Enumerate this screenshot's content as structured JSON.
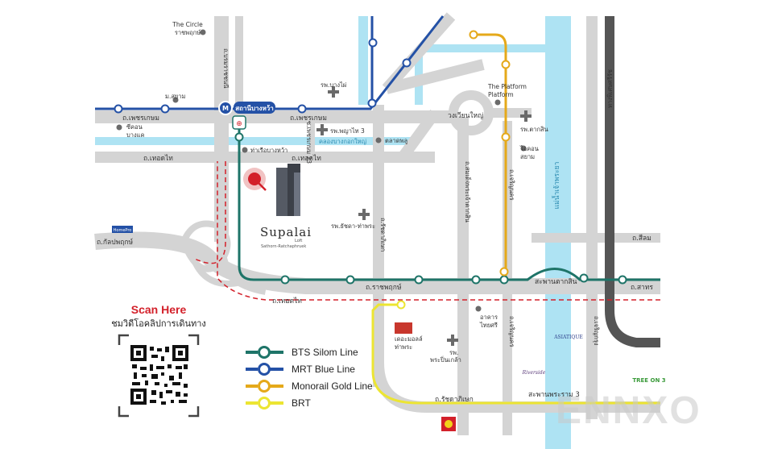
{
  "places": {
    "the_circle": "The Circle",
    "the_circle_sub": "ราชพฤกษ์",
    "m_siam": "ม.สยาม",
    "chicon": "ซีคอน",
    "chicon_sub": "บางแค",
    "rp_bangphai": "รพ.บางไผ่",
    "rp_phyathai3": "รพ.พญาไท 3",
    "talat_phlu": "ตลาดพลู",
    "tha_ruea": "ท่าเรือบางหว้า",
    "wongwian_yai": "วงเวียนใหญ่",
    "the_platform": "The Platform",
    "the_platform_sub": "Platform",
    "rp_taksin": "รพ.ตากสิน",
    "icon_siam": "ไอคอน",
    "icon_siam_sub": "สยาม",
    "rp_rajtha": "รพ.ธัชดา-ท่าพระ",
    "rp_pinklao": "รพ.",
    "rp_pinklao_sub": "พระปิ่นเกล้า",
    "mall_thapra": "เดอะมอลล์",
    "mall_thapra_sub": "ท่าพระ",
    "aakan_thaisri": "อาคาร",
    "aakan_thaisri_sub": "ไทยศรี",
    "asiatique": "ASIATIQUE",
    "tree_on_3": "TREE ON 3",
    "riverside": "Riverside",
    "homepro": "HomePro"
  },
  "roads": {
    "petchkasem_w": "ถ.เพชรเกษม",
    "petchkasem_e": "ถ.เพชรเกษม",
    "thoet_thai_w": "ถ.เทอดไท",
    "thoet_thai_e": "ถ.เทอดไท",
    "kanlapaphruek": "ถ.กัลปพฤกษ์",
    "ratchaphruek": "ถ.ราชพฤกษ์",
    "thoet_thai_low": "ถ.เทอดไท",
    "ratchada": "ถ.รัชดาภิเษก",
    "ratchada_low": "ถ.รัชดาภิเษก",
    "somdet": "ถ.สมเด็จพระเจ้าตากสิน",
    "charoen_nakhon": "ถ.เจริญนคร",
    "charoen_nakhon_low": "ถ.เจริญนคร",
    "charoen_krung": "ถ.เจริญกรุง",
    "silom": "ถ.สีลม",
    "sathorn": "ถ.สาทร",
    "rama3": "สะพานพระราม 3",
    "taksin_bridge": "สะพานตากสิน",
    "chao_phraya": "แม่น้ำเจ้าพระยา",
    "expressway": "ทางพิเศษศรีรัช",
    "rama2": "ถ.บรมราชชนนี",
    "soi_phetkasem23": "ซ.เพชรเกษม 23",
    "khlong": "คลองบางกอกใหญ่",
    "mrt_station": "สถานีบางหว้า"
  },
  "project": {
    "brand": "Supalai",
    "line2": "Loft",
    "tagline": "Sathorn-Ratchaphruek"
  },
  "scan": {
    "title": "Scan Here",
    "subtitle": "ชมวิดีโอคลิปการเดินทาง"
  },
  "legend": [
    {
      "label": "BTS Silom Line",
      "color": "#1e7468"
    },
    {
      "label": "MRT Blue Line",
      "color": "#2451a6"
    },
    {
      "label": "Monorail Gold Line",
      "color": "#e5a91a"
    },
    {
      "label": "BRT",
      "color": "#ece532"
    }
  ],
  "watermark": "ENNXO",
  "colors": {
    "road": "#d4d4d4",
    "river": "#aee3f3",
    "bts": "#1e7468",
    "mrt": "#2451a6",
    "gold": "#e5a91a",
    "brt": "#ece532",
    "route": "#d3202a",
    "expressway": "#555555"
  }
}
